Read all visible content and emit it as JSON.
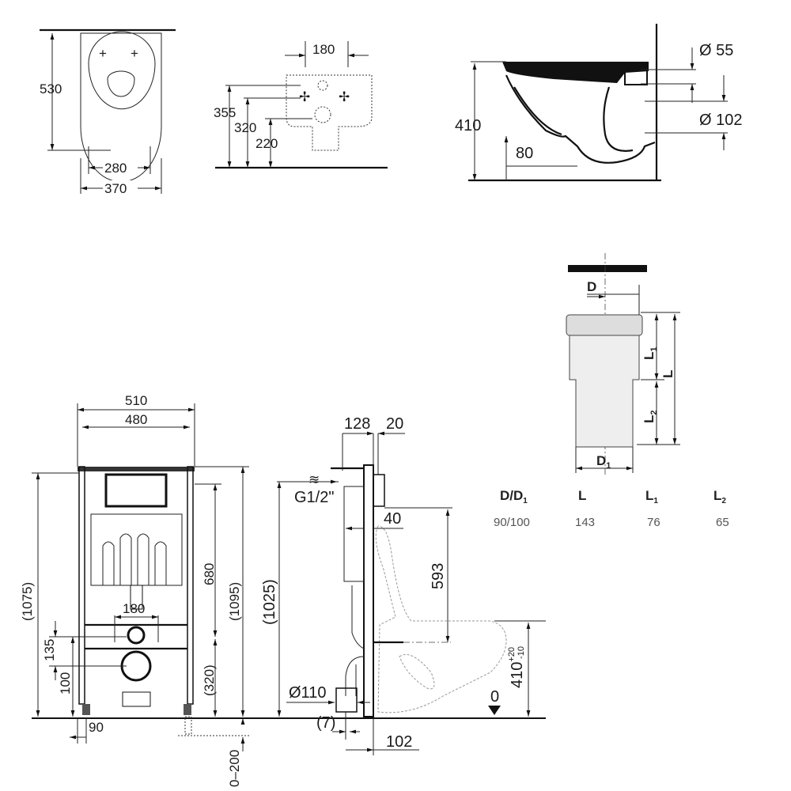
{
  "bowl_top_view": {
    "depth": "530",
    "inner_width": "280",
    "outer_width": "370"
  },
  "bowl_rear_view": {
    "bolt_spacing": "180",
    "h_upper": "355",
    "h_middle": "320",
    "h_lower": "220"
  },
  "bowl_side_view": {
    "inlet_diameter": "Ø 55",
    "outlet_diameter": "Ø 102",
    "height": "410",
    "outlet_height": "80"
  },
  "connector_pipe": {
    "labels": {
      "d": "D",
      "l1": {
        "text": "L",
        "sub": "1"
      },
      "l": "L",
      "l2": {
        "text": "L",
        "sub": "2"
      },
      "d1": {
        "text": "D",
        "sub": "1"
      }
    },
    "table": {
      "headers": [
        {
          "text": "D/D",
          "sub": "1"
        },
        {
          "text": "L",
          "sub": ""
        },
        {
          "text": "L",
          "sub": "1"
        },
        {
          "text": "L",
          "sub": "2"
        }
      ],
      "values": [
        "90/100",
        "143",
        "76",
        "65"
      ]
    }
  },
  "frame_front_view": {
    "outer_width": "510",
    "inner_width": "480",
    "height_680": "680",
    "height_1095": "(1095)",
    "height_1075": "(1075)",
    "bolt_spacing": "180",
    "h_135": "135",
    "h_100": "100",
    "h_320": "(320)",
    "foot_90": "90",
    "leg_adjust": "0–200"
  },
  "frame_side_view": {
    "depth_128": "128",
    "depth_20": "20",
    "water_inlet": "G1/2\"",
    "offset_40": "40",
    "height_593": "593",
    "height_1025": "(1025)",
    "drain_diameter": "Ø110",
    "offset_7": "(7)",
    "offset_102": "102",
    "bowl_height": "410",
    "tol_plus": "+20",
    "tol_minus": "-10",
    "floor_level": "0"
  }
}
